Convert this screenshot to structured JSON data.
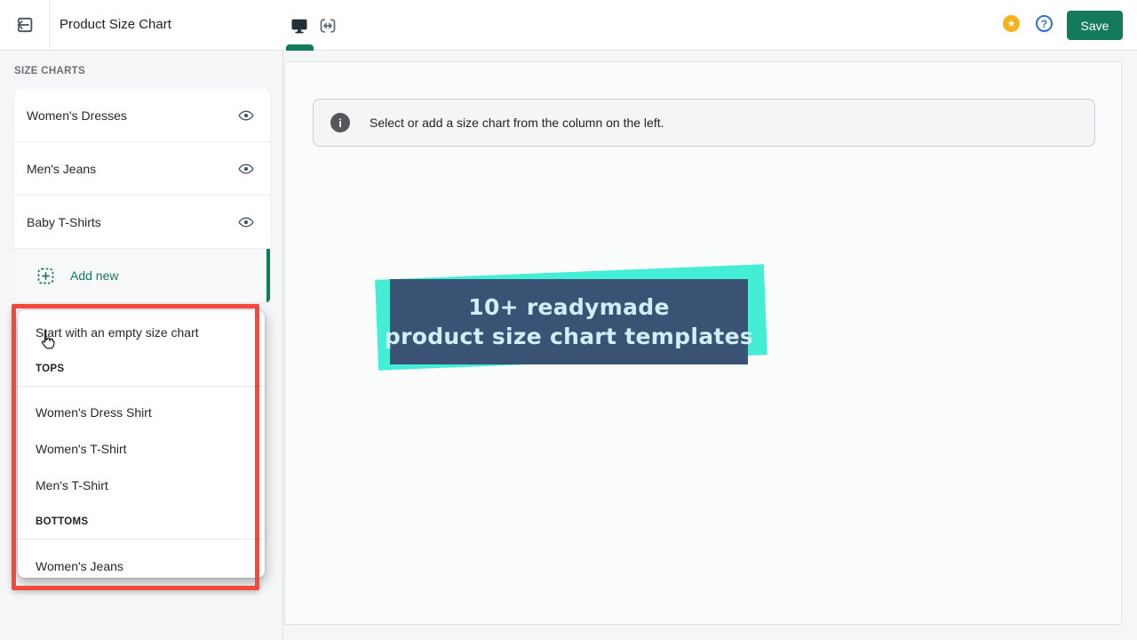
{
  "colors": {
    "green": "#147a5c",
    "annotation_red": "#f4493a",
    "promo_navy": "#3a5375",
    "promo_teal": "#43eed4",
    "star_yellow": "#f5b219",
    "help_blue": "#2e6bdb"
  },
  "icons": {
    "star_glyph": "★",
    "help_glyph": "?",
    "info_glyph": "i"
  },
  "header": {
    "title": "Product Size Chart",
    "save_label": "Save"
  },
  "sidebar": {
    "section_title": "SIZE CHARTS",
    "charts": [
      {
        "label": "Women's Dresses"
      },
      {
        "label": "Men's Jeans"
      },
      {
        "label": "Baby T-Shirts"
      }
    ],
    "add_new_label": "Add new"
  },
  "dropdown": {
    "empty_option": "Start with an empty size chart",
    "groups": [
      {
        "header": "TOPS",
        "items": [
          "Women's Dress Shirt",
          "Women's T-Shirt",
          "Men's T-Shirt"
        ]
      },
      {
        "header": "BOTTOMS",
        "items": [
          "Women's Jeans"
        ]
      }
    ]
  },
  "main": {
    "info_banner": "Select or add a size chart from the column on the left.",
    "promo_line1": "10+ readymade",
    "promo_line2": "product size chart templates"
  }
}
